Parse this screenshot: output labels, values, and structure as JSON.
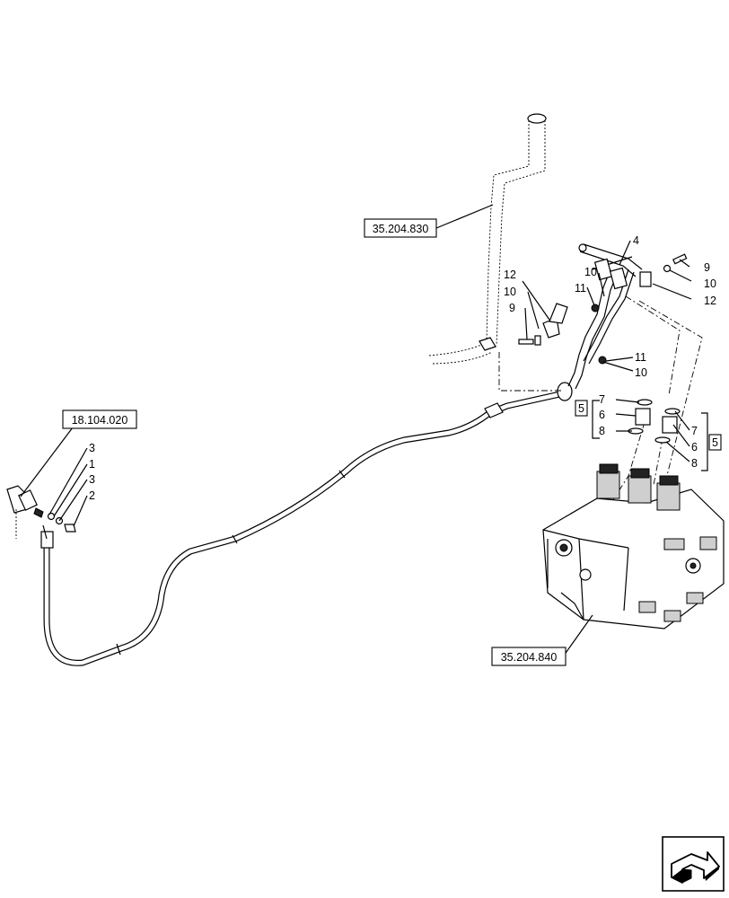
{
  "references": {
    "ref_top": "35.204.830",
    "ref_left": "18.104.020",
    "ref_valve": "35.204.840"
  },
  "callouts": {
    "c4": "4",
    "c9_r": "9",
    "c10_r": "10",
    "c12_r": "12",
    "c10_tl": "10",
    "c11_tl": "11",
    "c12_l": "12",
    "c10_l": "10",
    "c9_l": "9",
    "c11_m": "11",
    "c10_m": "10",
    "c5_l": "5",
    "c7_l": "7",
    "c6_l": "6",
    "c8_l": "8",
    "c7_r": "7",
    "c6_r": "6",
    "c8_r": "8",
    "c5_r": "5",
    "c3_a": "3",
    "c1": "1",
    "c3_b": "3",
    "c2": "2"
  },
  "icons": {
    "corner": "next-page-arrow-icon"
  }
}
